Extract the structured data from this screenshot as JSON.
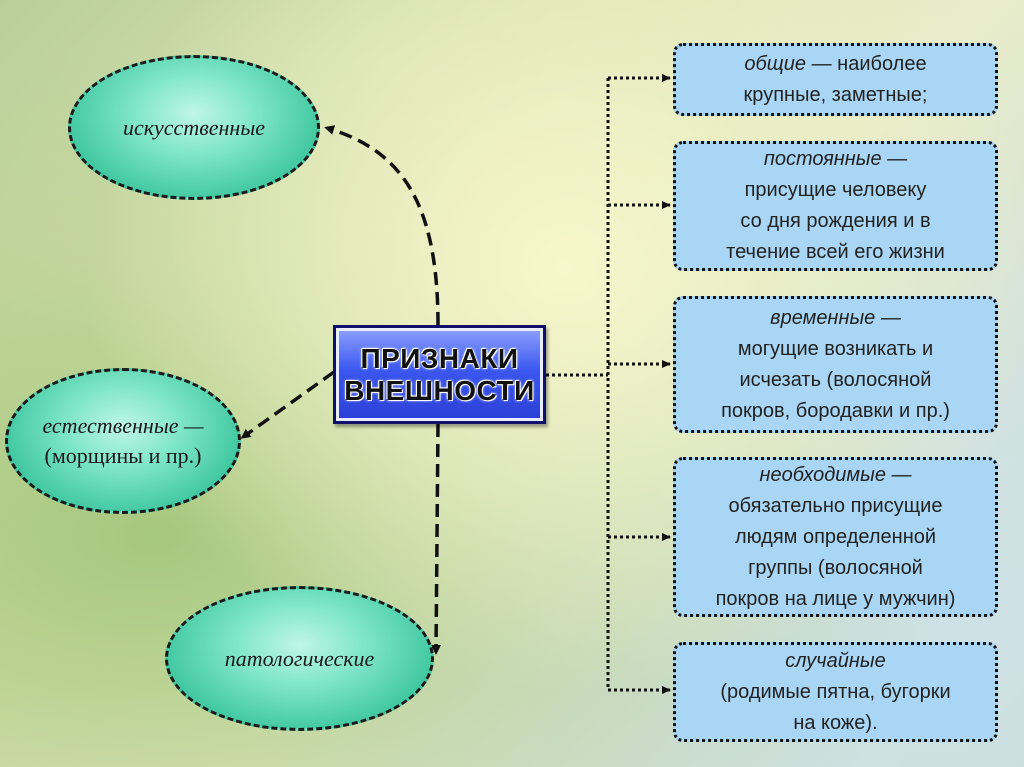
{
  "center": {
    "line1": "ПРИЗНАКИ",
    "line2": "ВНЕШНОСТИ"
  },
  "ovals": [
    {
      "line1": "искусственные",
      "line2": ""
    },
    {
      "line1": "естественные —",
      "line2": "(морщины и пр.)"
    },
    {
      "line1": "патологические",
      "line2": ""
    }
  ],
  "boxes": [
    {
      "term": "общие —",
      "text1": "наиболее",
      "lines": [
        "крупные, заметные;"
      ]
    },
    {
      "term": "постоянные —",
      "text1": "",
      "lines": [
        "присущие человеку",
        "со дня рождения и в",
        "течение всей его жизни"
      ]
    },
    {
      "term": "временные —",
      "text1": "",
      "lines": [
        "могущие возникать и",
        "исчезать (волосяной",
        "покров, бородавки  и пр.)"
      ]
    },
    {
      "term": "необходимые —",
      "text1": "",
      "lines": [
        "обязательно присущие",
        "людям определенной",
        "группы (волосяной",
        "покров на лице у мужчин)"
      ]
    },
    {
      "term": "случайные",
      "text1": "",
      "lines": [
        "(родимые пятна, бугорки",
        "на коже)."
      ]
    }
  ]
}
